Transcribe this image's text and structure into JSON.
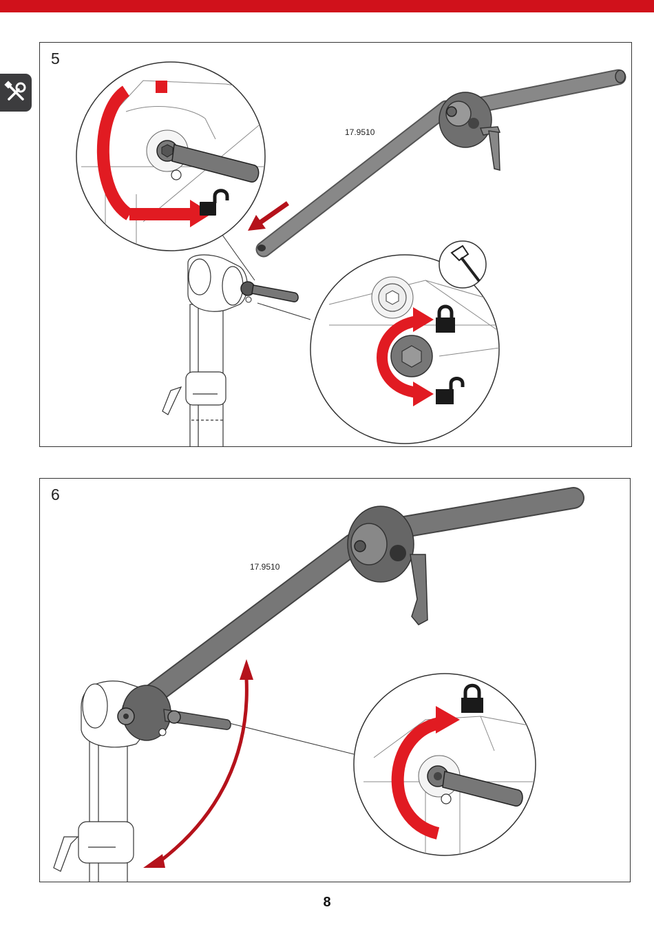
{
  "header": {
    "accent_color": "#d0111b"
  },
  "side_tab": {
    "icon": "tools-icon"
  },
  "steps": [
    {
      "number": "5",
      "part_code": "17.9510",
      "icons": [
        "unlock-icon",
        "lock-icon",
        "unlock-icon",
        "allen-key-icon",
        "rotate-arrow-icon",
        "insert-arrow-icon"
      ]
    },
    {
      "number": "6",
      "part_code": "17.9510",
      "icons": [
        "lock-icon",
        "rotate-arrow-icon",
        "swing-arrow-icon"
      ]
    }
  ],
  "footer": {
    "page_number": "8"
  }
}
